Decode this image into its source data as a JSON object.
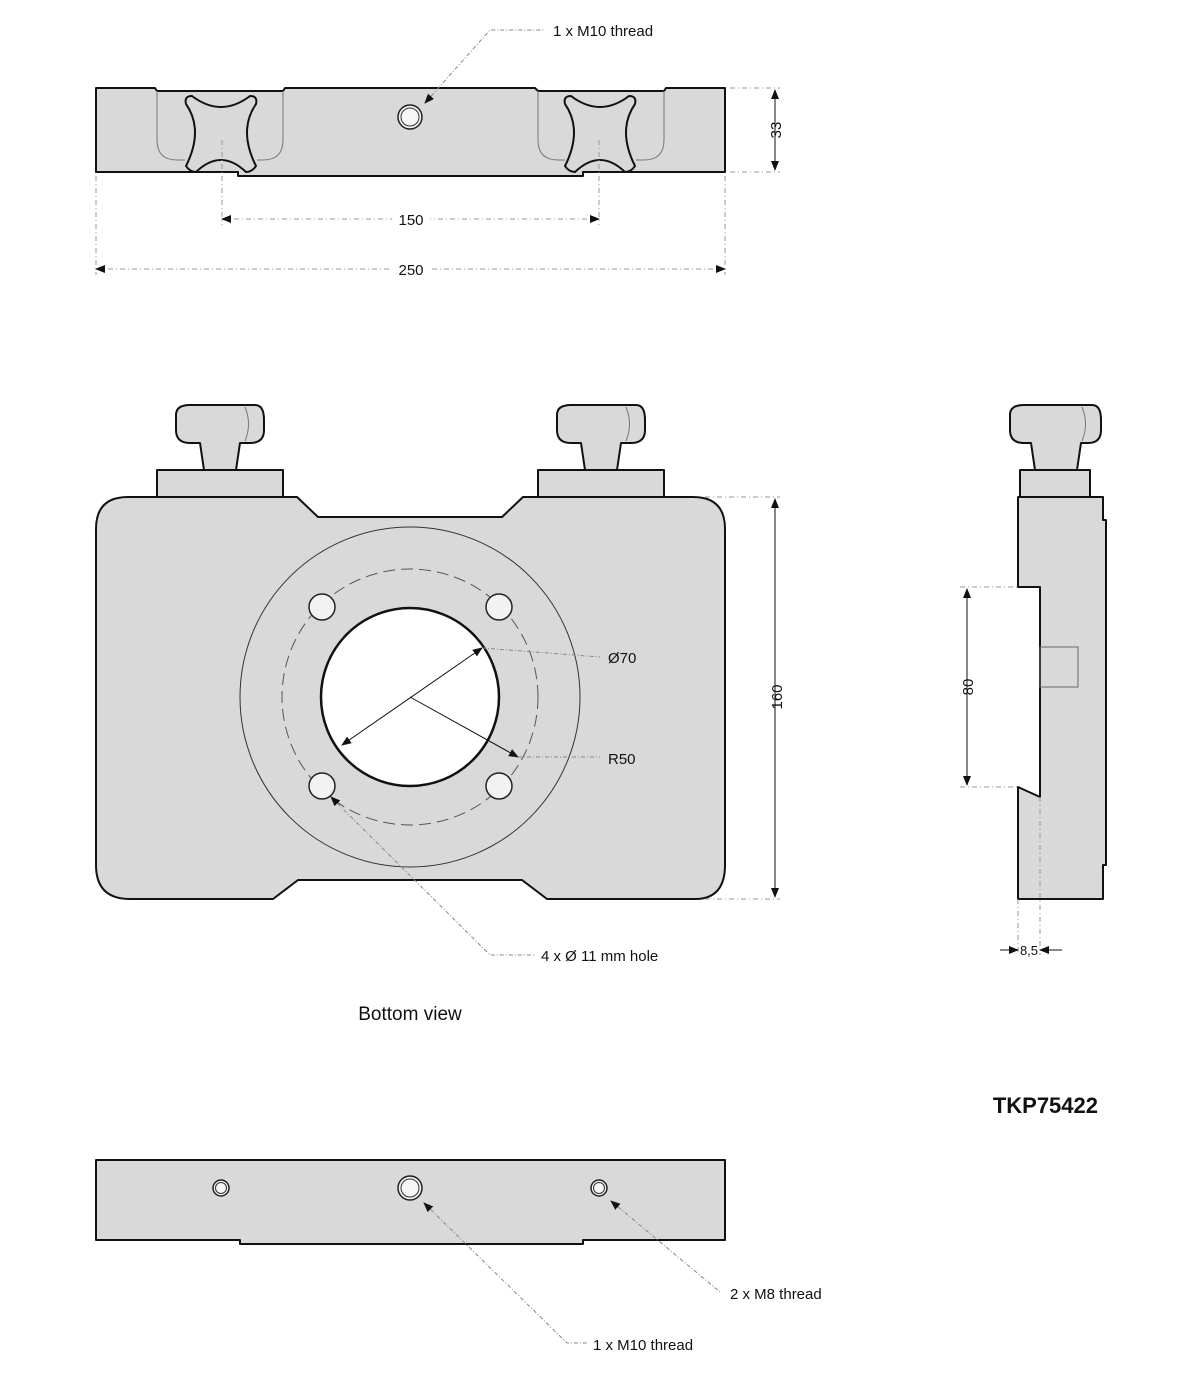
{
  "top_view": {
    "thread_label": "1 x M10 thread",
    "dim_height": "33",
    "dim_spacing": "150",
    "dim_width": "250"
  },
  "bottom_view": {
    "bore_label": "Ø70",
    "radius_label": "R50",
    "holes_label": "4 x Ø 11 mm hole",
    "dim_height": "160",
    "caption": "Bottom view"
  },
  "side_view": {
    "dim_slot": "80",
    "dim_depth": "8,5"
  },
  "part_number": "TKP75422",
  "front_view": {
    "m8_label": "2 x M8 thread",
    "m10_label": "1 x M10 thread"
  }
}
